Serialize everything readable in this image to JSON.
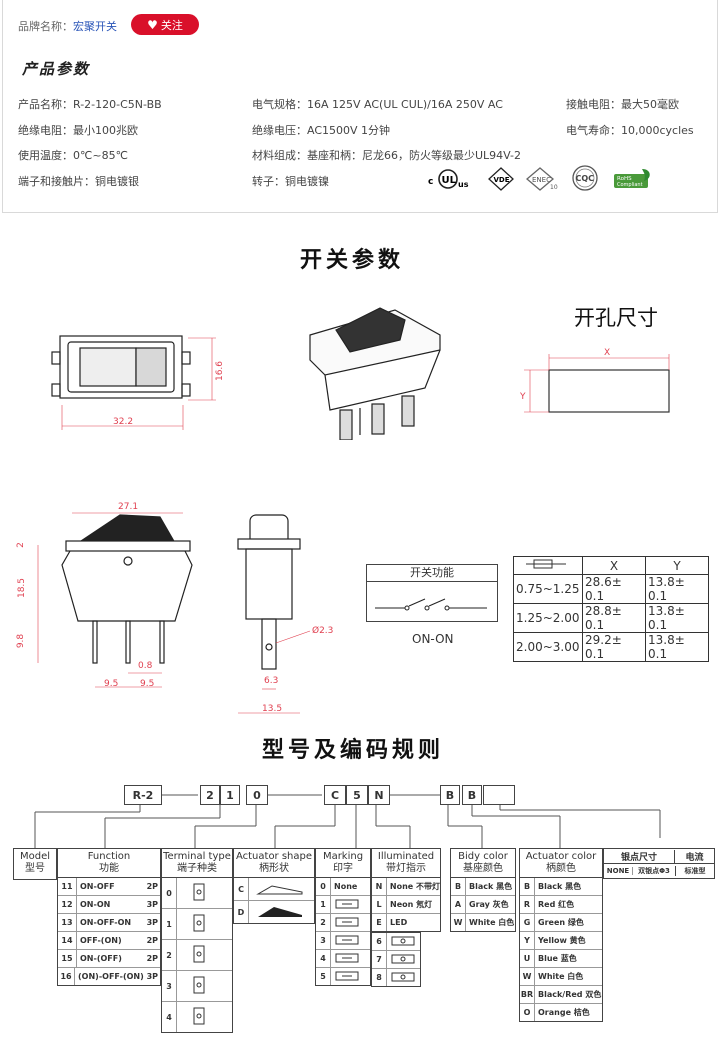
{
  "brand": {
    "label": "品牌名称：",
    "value": "宏聚开关",
    "follow_label": "关注"
  },
  "product_section_title": "产品参数",
  "params": [
    {
      "text": "产品名称：R-2-120-C5N-BB"
    },
    {
      "text": "电气规格：16A  125V  AC(UL CUL)/16A 250V  AC"
    },
    {
      "text": "接触电阻：最大50毫欧"
    },
    {
      "text": "绝缘电阻：最小100兆欧"
    },
    {
      "text": "绝缘电压：AC1500V 1分钟"
    },
    {
      "text": "电气寿命：10,000cycles"
    },
    {
      "text": "使用温度：0℃~85℃"
    },
    {
      "text": "材料组成：基座和柄：尼龙66，防火等级最少UL94V-2"
    },
    {
      "text": "端子和接触片：铜电镀银"
    },
    {
      "text": "转子：铜电镀镍"
    }
  ],
  "certs": [
    "c UL us",
    "VDE",
    "ENEC 10",
    "CQC",
    "RoHS Compliant"
  ],
  "switch_params_title": "开关参数",
  "hole_title": "开孔尺寸",
  "hole_labels": {
    "x": "X",
    "y": "Y"
  },
  "dims": {
    "w1": "32.2",
    "h1": "16.6",
    "top_w": "27.1",
    "d2": "2",
    "d185": "18.5",
    "d98": "9.8",
    "p1": "9.5",
    "p2": "9.5",
    "p08": "0.8",
    "hole_d": "Ø2.3",
    "t63": "6.3",
    "t135": "13.5"
  },
  "function_box": {
    "title": "开关功能",
    "caption": "ON-ON"
  },
  "hole_table": {
    "headers": [
      "X",
      "Y"
    ],
    "rows": [
      [
        "0.75~1.25",
        "28.6± 0.1",
        "13.8± 0.1"
      ],
      [
        "1.25~2.00",
        "28.8± 0.1",
        "13.8± 0.1"
      ],
      [
        "2.00~3.00",
        "29.2± 0.1",
        "13.8± 0.1"
      ]
    ]
  },
  "code_title": "型号及编码规则",
  "code_chars": [
    "R-2",
    "2",
    "1",
    "0",
    "C",
    "5",
    "N",
    "B",
    "B",
    ""
  ],
  "model": {
    "en": "Model",
    "cn": "型号"
  },
  "function": {
    "en": "Function",
    "cn": "功能",
    "items": [
      {
        "no": "11",
        "name": "ON-OFF",
        "p": "2P"
      },
      {
        "no": "12",
        "name": "ON-ON",
        "p": "3P"
      },
      {
        "no": "13",
        "name": "ON-OFF-ON",
        "p": "3P"
      },
      {
        "no": "14",
        "name": "OFF-(ON)",
        "p": "2P"
      },
      {
        "no": "15",
        "name": "ON-(OFF)",
        "p": "2P"
      },
      {
        "no": "16",
        "name": "(ON)-OFF-(ON)",
        "p": "3P"
      }
    ]
  },
  "terminal": {
    "en": "Terminal type",
    "cn": "端子种类",
    "items": [
      "0",
      "1",
      "2",
      "3",
      "4"
    ]
  },
  "actuator_shape": {
    "en": "Actuator shape",
    "cn": "柄形状",
    "items": [
      "C",
      "D"
    ]
  },
  "marking": {
    "en": "Marking",
    "cn": "印字",
    "items": [
      {
        "c": "0",
        "t": "None"
      },
      {
        "c": "1",
        "t": ""
      },
      {
        "c": "2",
        "t": ""
      },
      {
        "c": "3",
        "t": ""
      },
      {
        "c": "4",
        "t": ""
      },
      {
        "c": "5",
        "t": ""
      }
    ],
    "extra": [
      "6",
      "7",
      "8"
    ]
  },
  "illuminated": {
    "en": "Illuminated",
    "cn": "带灯指示",
    "items": [
      {
        "c": "N",
        "t": "None 不带灯"
      },
      {
        "c": "L",
        "t": "Neon 氖灯"
      },
      {
        "c": "E",
        "t": "LED"
      }
    ]
  },
  "body_color": {
    "en": "Bidy color",
    "cn": "基座颜色",
    "items": [
      {
        "c": "B",
        "t": "Black 黑色"
      },
      {
        "c": "A",
        "t": "Gray 灰色"
      },
      {
        "c": "W",
        "t": "White 白色"
      }
    ]
  },
  "actuator_color": {
    "en": "Actuator color",
    "cn": "柄颜色",
    "items": [
      {
        "c": "B",
        "t": "Black 黑色"
      },
      {
        "c": "R",
        "t": "Red 红色"
      },
      {
        "c": "G",
        "t": "Green 绿色"
      },
      {
        "c": "Y",
        "t": "Yellow 黄色"
      },
      {
        "c": "U",
        "t": "Blue 蓝色"
      },
      {
        "c": "W",
        "t": "White 白色"
      },
      {
        "c": "BR",
        "t": "Black/Red 双色"
      },
      {
        "c": "O",
        "t": "Orange 桔色"
      }
    ]
  },
  "silver": {
    "h1": "银点尺寸",
    "h2": "电流",
    "c": "NONE",
    "t1": "双银点Φ3",
    "t2": "标准型"
  }
}
